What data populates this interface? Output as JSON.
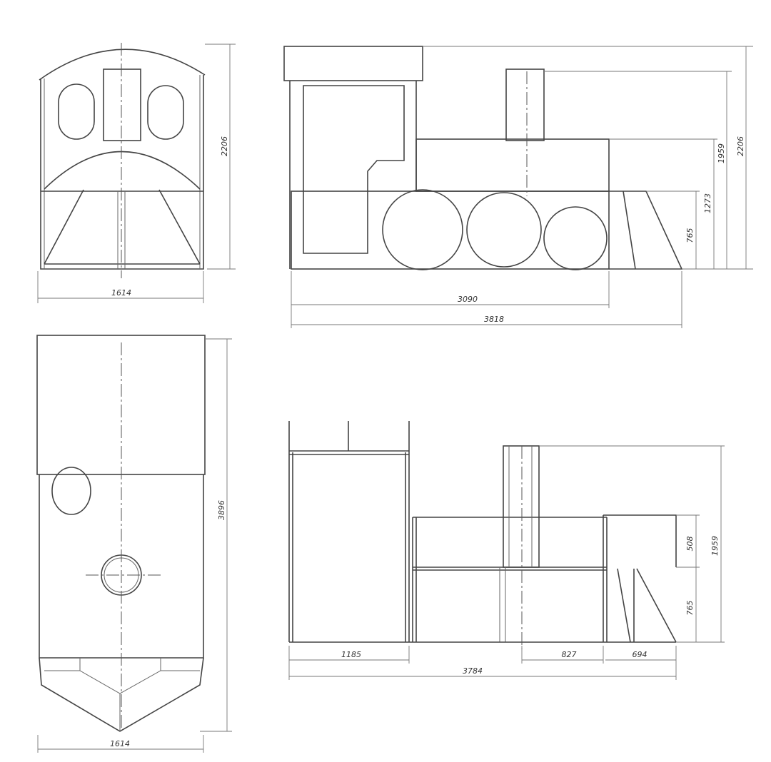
{
  "front_view": {
    "width_label": "1614",
    "height_label": "2206"
  },
  "side_view": {
    "height_labels": [
      "765",
      "1273",
      "1959",
      "2206"
    ],
    "length_labels": [
      "3090",
      "3818"
    ]
  },
  "top_view": {
    "length_label": "3896",
    "width_label": "1614"
  },
  "frame_view": {
    "height_labels": [
      "508",
      "765",
      "1959"
    ],
    "length_labels": [
      "1185",
      "827",
      "694",
      "3784"
    ]
  }
}
